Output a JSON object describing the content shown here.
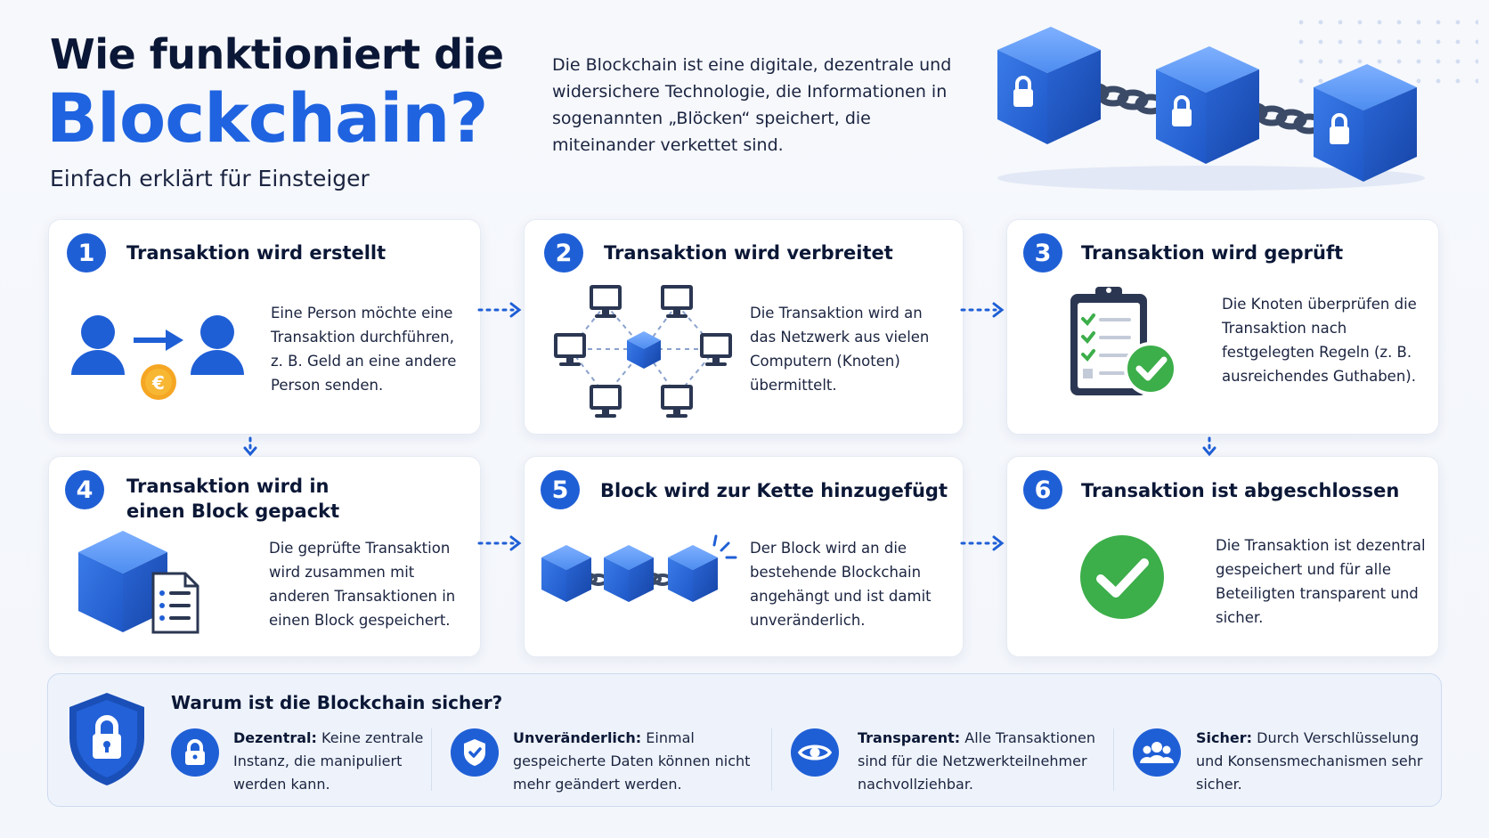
{
  "header": {
    "title_line1": "Wie funktioniert die",
    "title_line2": "Blockchain?",
    "subtitle": "Einfach erklärt für Einsteiger",
    "intro": "Die Blockchain ist eine digitale, dezentrale und widersichere Technologie, die Informationen in sogenannten „Blöcken“ speichert, die miteinander verkettet sind."
  },
  "steps": [
    {
      "number": "1",
      "title": "Transaktion wird erstellt",
      "text": "Eine Person möchte eine Transaktion durchführen, z. B. Geld an eine andere Person senden."
    },
    {
      "number": "2",
      "title": "Transaktion wird verbreitet",
      "text": "Die Transaktion wird an das Netzwerk aus vielen Computern (Knoten) übermittelt."
    },
    {
      "number": "3",
      "title": "Transaktion wird geprüft",
      "text": "Die Knoten überprüfen die Transaktion nach festgelegten Regeln (z. B. ausreichendes Guthaben)."
    },
    {
      "number": "4",
      "title": "Transaktion wird in einen Block gepackt",
      "text": "Die geprüfte Transaktion wird zusammen mit anderen Transaktionen in einen Block gespeichert."
    },
    {
      "number": "5",
      "title": "Block wird zur Kette hinzugefügt",
      "text": "Der Block wird an die bestehende Blockchain angehängt und ist damit unveränderlich."
    },
    {
      "number": "6",
      "title": "Transaktion ist abgeschlossen",
      "text": "Die Transaktion ist dezentral gespeichert und für alle Beteiligten transparent und sicher."
    }
  ],
  "coin_symbol": "€",
  "security": {
    "title": "Warum ist die Blockchain sicher?",
    "features": [
      {
        "label": "Dezentral:",
        "text": "Keine zentrale Instanz, die manipuliert werden kann.",
        "icon": "lock-icon"
      },
      {
        "label": "Unveränderlich:",
        "text": "Einmal gespeicherte Daten können nicht mehr geändert werden.",
        "icon": "shield-icon"
      },
      {
        "label": "Transparent:",
        "text": "Alle Transaktionen sind für die Netzwerkteilnehmer nachvollziehbar.",
        "icon": "eye-icon"
      },
      {
        "label": "Sicher:",
        "text": "Durch Verschlüsselung und Konsensmechanismen sehr sicher.",
        "icon": "users-icon"
      }
    ]
  },
  "colors": {
    "primary": "#1f5fd6",
    "title_blue": "#1f63e0",
    "dark": "#0b1736",
    "success_green": "#3cae4a",
    "coin_orange": "#f5a623"
  }
}
